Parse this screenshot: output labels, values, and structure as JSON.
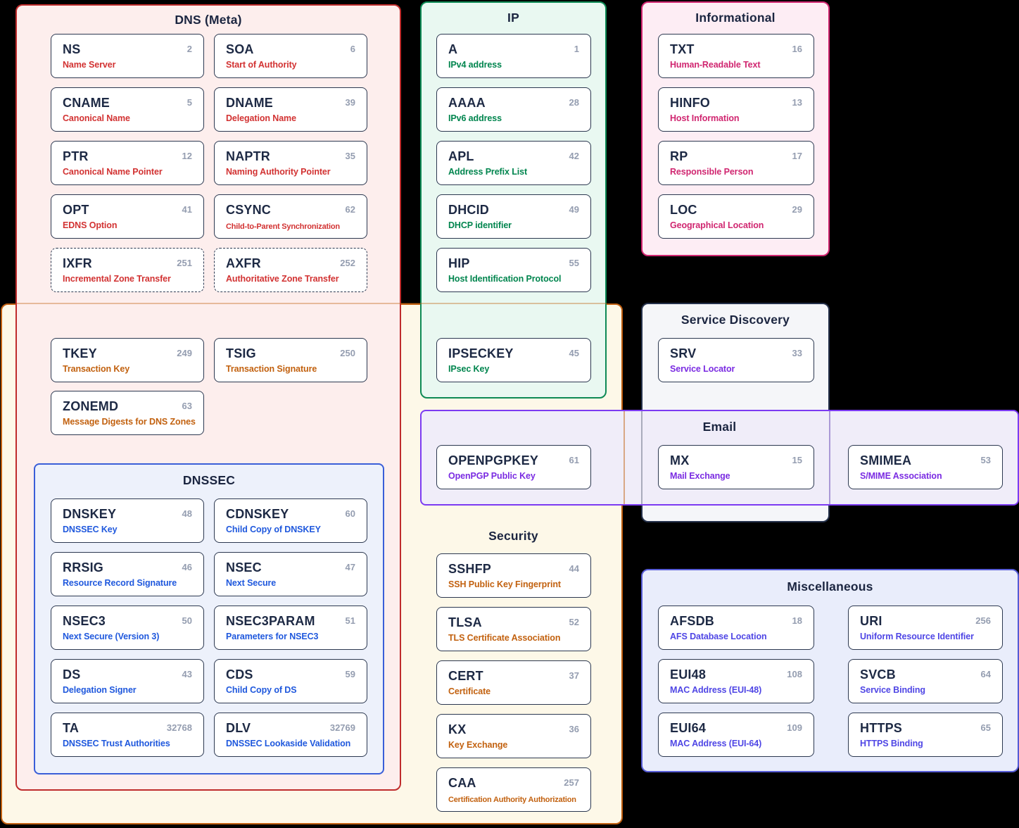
{
  "colors": {
    "background": "#000000",
    "dns_meta_accent": "#bf2c2c",
    "ip_accent": "#0e8a55",
    "informational_accent": "#d02670",
    "service_discovery_accent": "#25314b",
    "email_accent": "#7c3bf2",
    "dnssec_accent": "#3a5ed8",
    "security_accent": "#c05f10",
    "miscellaneous_accent": "#565cd6",
    "card_title": "#1d2944",
    "card_number": "#949db0"
  },
  "categories": {
    "dns_meta": {
      "title": "DNS (Meta)",
      "cards": [
        {
          "name": "NS",
          "num": "2",
          "desc": "Name Server"
        },
        {
          "name": "SOA",
          "num": "6",
          "desc": "Start of Authority"
        },
        {
          "name": "CNAME",
          "num": "5",
          "desc": "Canonical Name"
        },
        {
          "name": "DNAME",
          "num": "39",
          "desc": "Delegation Name"
        },
        {
          "name": "PTR",
          "num": "12",
          "desc": "Canonical Name Pointer"
        },
        {
          "name": "NAPTR",
          "num": "35",
          "desc": "Naming Authority Pointer"
        },
        {
          "name": "OPT",
          "num": "41",
          "desc": "EDNS Option"
        },
        {
          "name": "CSYNC",
          "num": "62",
          "desc": "Child-to-Parent Synchronization"
        },
        {
          "name": "IXFR",
          "num": "251",
          "desc": "Incremental Zone Transfer"
        },
        {
          "name": "AXFR",
          "num": "252",
          "desc": "Authoritative Zone Transfer"
        }
      ]
    },
    "security_meta": {
      "cards": [
        {
          "name": "TKEY",
          "num": "249",
          "desc": "Transaction Key"
        },
        {
          "name": "TSIG",
          "num": "250",
          "desc": "Transaction Signature"
        },
        {
          "name": "ZONEMD",
          "num": "63",
          "desc": "Message Digests for DNS Zones"
        }
      ]
    },
    "dnssec": {
      "title": "DNSSEC",
      "cards": [
        {
          "name": "DNSKEY",
          "num": "48",
          "desc": "DNSSEC Key"
        },
        {
          "name": "CDNSKEY",
          "num": "60",
          "desc": "Child Copy of DNSKEY"
        },
        {
          "name": "RRSIG",
          "num": "46",
          "desc": "Resource Record Signature"
        },
        {
          "name": "NSEC",
          "num": "47",
          "desc": "Next Secure"
        },
        {
          "name": "NSEC3",
          "num": "50",
          "desc": "Next Secure (Version 3)"
        },
        {
          "name": "NSEC3PARAM",
          "num": "51",
          "desc": "Parameters for NSEC3"
        },
        {
          "name": "DS",
          "num": "43",
          "desc": "Delegation Signer"
        },
        {
          "name": "CDS",
          "num": "59",
          "desc": "Child Copy of DS"
        },
        {
          "name": "TA",
          "num": "32768",
          "desc": "DNSSEC Trust Authorities"
        },
        {
          "name": "DLV",
          "num": "32769",
          "desc": "DNSSEC Lookaside Validation"
        }
      ]
    },
    "ip": {
      "title": "IP",
      "cards": [
        {
          "name": "A",
          "num": "1",
          "desc": "IPv4 address"
        },
        {
          "name": "AAAA",
          "num": "28",
          "desc": "IPv6 address"
        },
        {
          "name": "APL",
          "num": "42",
          "desc": "Address Prefix List"
        },
        {
          "name": "DHCID",
          "num": "49",
          "desc": "DHCP identifier"
        },
        {
          "name": "HIP",
          "num": "55",
          "desc": "Host Identification Protocol"
        },
        {
          "name": "IPSECKEY",
          "num": "45",
          "desc": "IPsec Key"
        }
      ]
    },
    "informational": {
      "title": "Informational",
      "cards": [
        {
          "name": "TXT",
          "num": "16",
          "desc": "Human-Readable Text"
        },
        {
          "name": "HINFO",
          "num": "13",
          "desc": "Host Information"
        },
        {
          "name": "RP",
          "num": "17",
          "desc": "Responsible Person"
        },
        {
          "name": "LOC",
          "num": "29",
          "desc": "Geographical Location"
        }
      ]
    },
    "service_discovery": {
      "title": "Service Discovery",
      "cards": [
        {
          "name": "SRV",
          "num": "33",
          "desc": "Service Locator"
        }
      ]
    },
    "email": {
      "title": "Email",
      "cards": [
        {
          "name": "OPENPGPKEY",
          "num": "61",
          "desc": "OpenPGP Public Key"
        },
        {
          "name": "MX",
          "num": "15",
          "desc": "Mail Exchange"
        },
        {
          "name": "SMIMEA",
          "num": "53",
          "desc": "S/MIME Association"
        }
      ]
    },
    "security": {
      "title": "Security",
      "cards": [
        {
          "name": "SSHFP",
          "num": "44",
          "desc": "SSH Public Key Fingerprint"
        },
        {
          "name": "TLSA",
          "num": "52",
          "desc": "TLS Certificate Association"
        },
        {
          "name": "CERT",
          "num": "37",
          "desc": "Certificate"
        },
        {
          "name": "KX",
          "num": "36",
          "desc": "Key Exchange"
        },
        {
          "name": "CAA",
          "num": "257",
          "desc": "Certification Authority Authorization"
        }
      ]
    },
    "miscellaneous": {
      "title": "Miscellaneous",
      "cards": [
        {
          "name": "AFSDB",
          "num": "18",
          "desc": "AFS Database Location"
        },
        {
          "name": "URI",
          "num": "256",
          "desc": "Uniform Resource Identifier"
        },
        {
          "name": "EUI48",
          "num": "108",
          "desc": "MAC Address (EUI-48)"
        },
        {
          "name": "SVCB",
          "num": "64",
          "desc": "Service Binding"
        },
        {
          "name": "EUI64",
          "num": "109",
          "desc": "MAC Address (EUI-64)"
        },
        {
          "name": "HTTPS",
          "num": "65",
          "desc": "HTTPS Binding"
        }
      ]
    }
  }
}
